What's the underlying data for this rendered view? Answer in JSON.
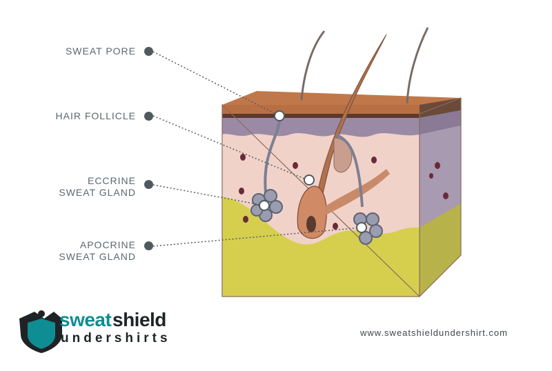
{
  "labels": {
    "sweat_pore": "SWEAT PORE",
    "hair_follicle": "HAIR FOLLICLE",
    "eccrine_line1": "ECCRINE",
    "eccrine_line2": "SWEAT GLAND",
    "apocrine_line1": "APOCRINE",
    "apocrine_line2": "SWEAT GLAND"
  },
  "brand": {
    "logo_word_1": "sweat",
    "logo_word_2": "shield",
    "logo_word_3": "undershirts",
    "website": "www.sweatshieldundershirt.com"
  },
  "colors": {
    "label_text": "#5b6770",
    "leader_dot": "#4f5a60",
    "epidermis_top": "#c0784a",
    "epidermis_dark": "#5a3a2e",
    "epidermis_purple": "#9b8aa6",
    "dermis": "#f1d2c9",
    "fat_layer": "#d6cf4e",
    "gland": "#7b7f92",
    "hair": "#b0714f",
    "brand_teal": "#0e8d93",
    "brand_dark": "#1f2326"
  }
}
